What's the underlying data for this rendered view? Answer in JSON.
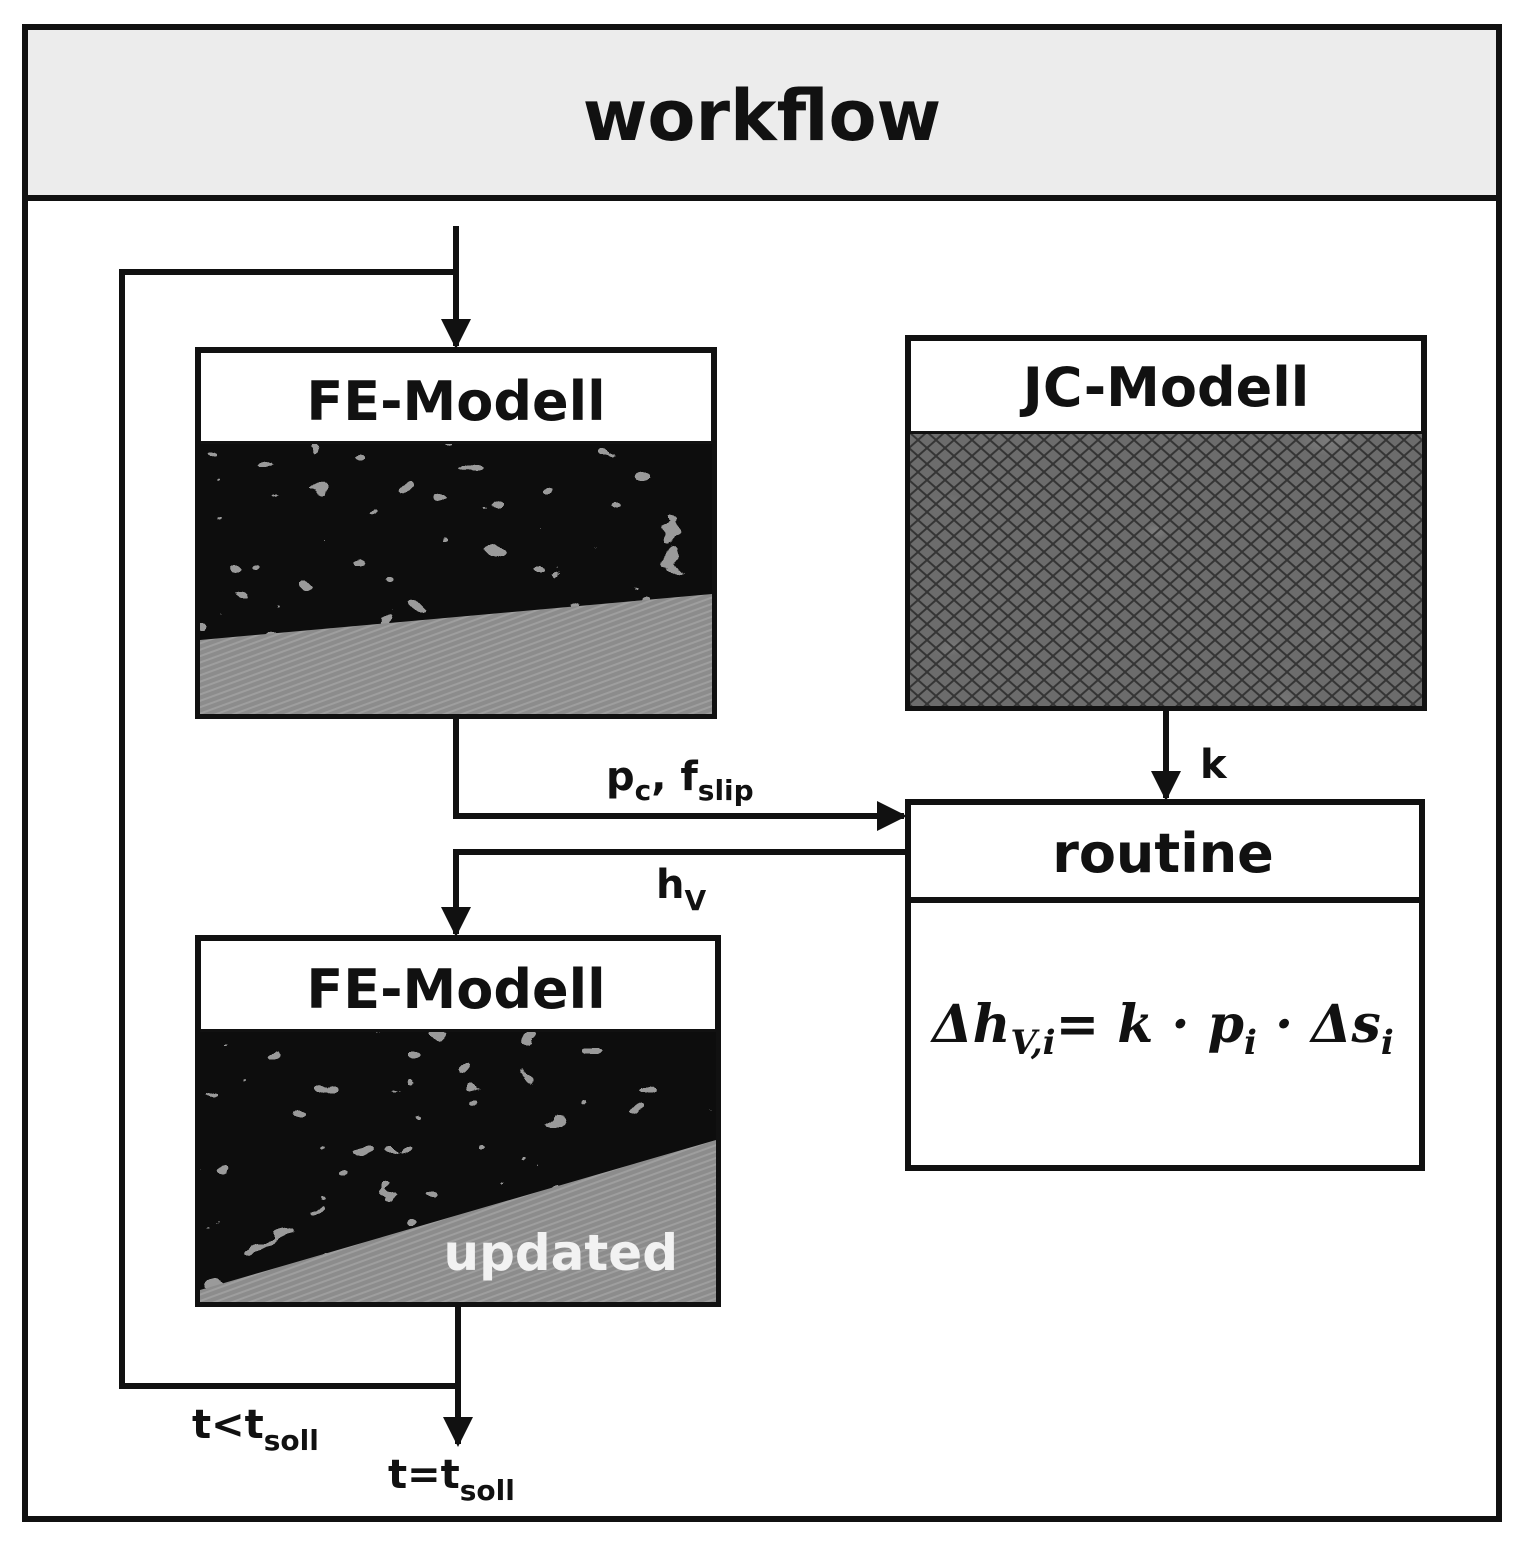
{
  "header": {
    "title": "workflow"
  },
  "nodes": {
    "fe_model_top": {
      "title": "FE-Modell"
    },
    "jc_model": {
      "title": "JC-Modell"
    },
    "routine": {
      "title": "routine",
      "formula": {
        "delta_h": "Δh",
        "delta_h_sub": "V,i",
        "equals_k": "= k · ",
        "p": "p",
        "p_sub": "i",
        "delta_s": " · Δs",
        "s_sub": "i"
      }
    },
    "fe_model_bottom": {
      "title": "FE-Modell",
      "overlay_text": "updated"
    }
  },
  "edges": {
    "pc_fslip": {
      "p": "p",
      "p_sub": "c",
      "sep": ", f",
      "f_sub": "slip"
    },
    "k": {
      "label": "k"
    },
    "hv": {
      "h": "h",
      "h_sub": "V"
    },
    "t_lt": {
      "t": "t<t",
      "t_sub": "soll"
    },
    "t_eq": {
      "t": "t=t",
      "t_sub": "soll"
    }
  },
  "colors": {
    "header_bg": "#ececec",
    "line": "#111111"
  }
}
